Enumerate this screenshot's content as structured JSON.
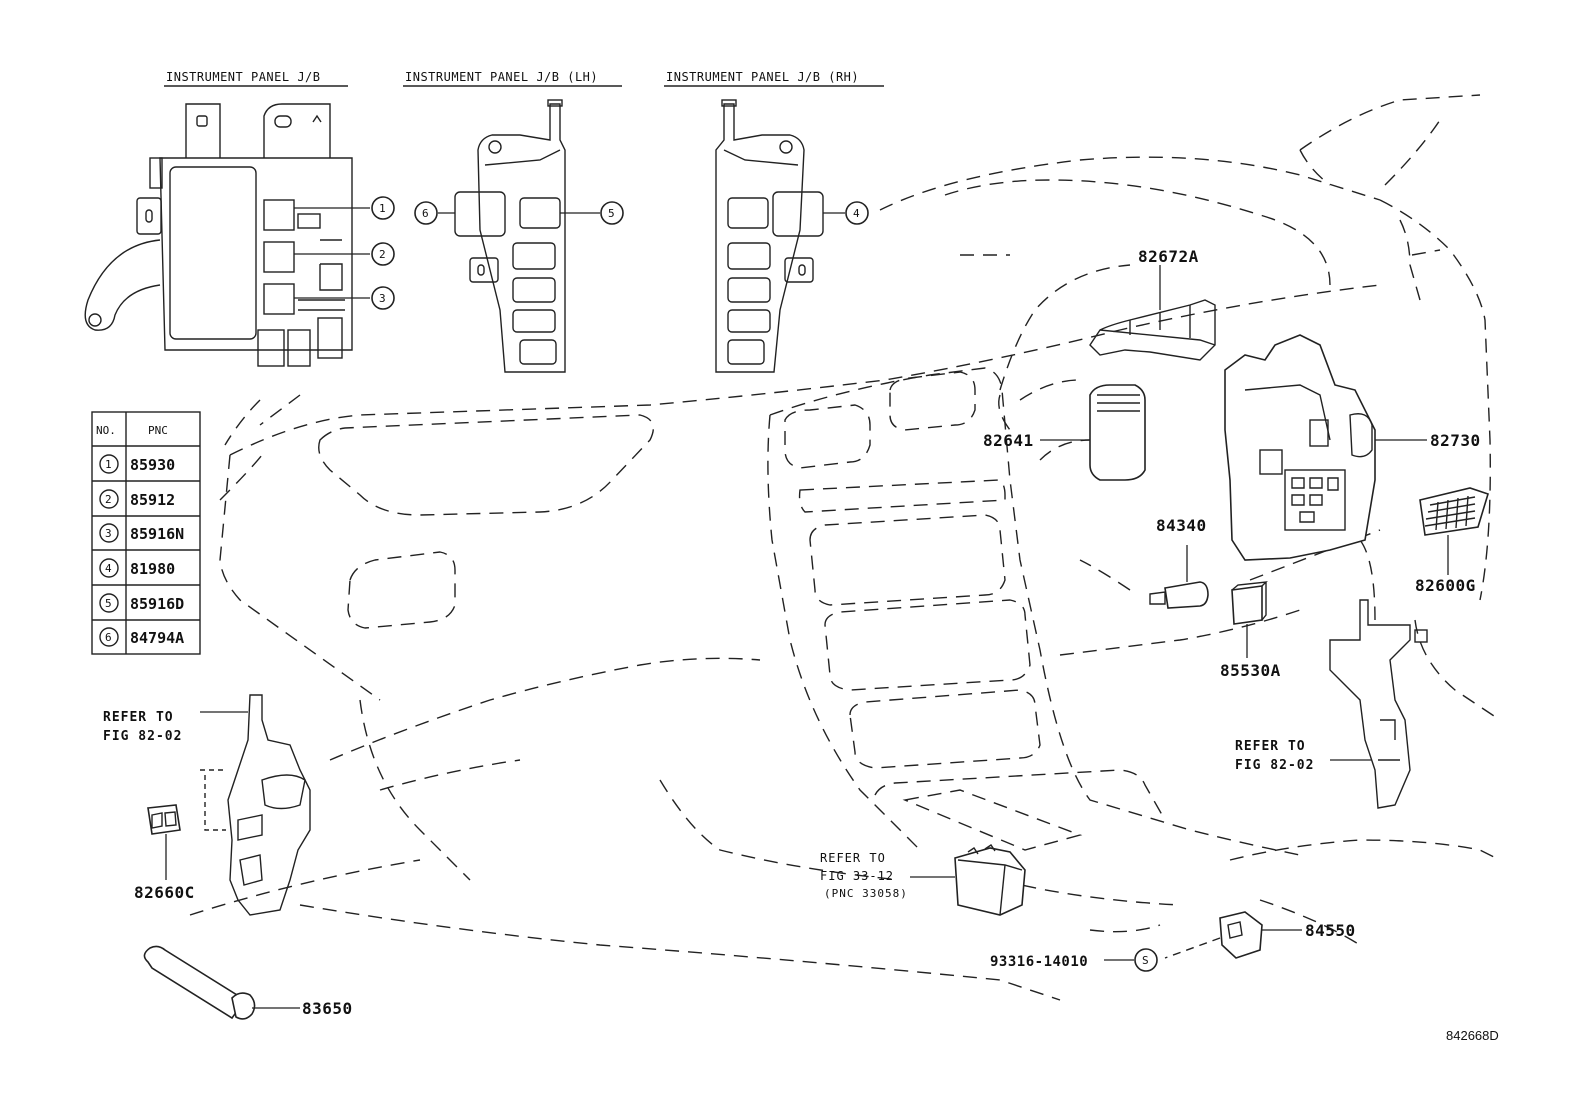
{
  "headers": {
    "jb": "INSTRUMENT PANEL J/B",
    "jb_lh": "INSTRUMENT PANEL J/B (LH)",
    "jb_rh": "INSTRUMENT PANEL J/B (RH)"
  },
  "callout_numbers": [
    "1",
    "2",
    "3",
    "4",
    "5",
    "6"
  ],
  "table": {
    "col_no": "NO.",
    "col_pnc": "PNC",
    "rows": [
      {
        "no": "1",
        "pnc": "85930"
      },
      {
        "no": "2",
        "pnc": "85912"
      },
      {
        "no": "3",
        "pnc": "85916N"
      },
      {
        "no": "4",
        "pnc": "81980"
      },
      {
        "no": "5",
        "pnc": "85916D"
      },
      {
        "no": "6",
        "pnc": "84794A"
      }
    ]
  },
  "parts": {
    "p82672A": "82672A",
    "p82641": "82641",
    "p82730": "82730",
    "p84340": "84340",
    "p82600G": "82600G",
    "p85530A": "85530A",
    "p82660C": "82660C",
    "p83650": "83650",
    "p84550": "84550",
    "p93316": "93316-14010",
    "s_mark": "S"
  },
  "refs": {
    "left_1": "REFER TO",
    "left_2": "FIG 82-02",
    "right_1": "REFER TO",
    "right_2": "FIG 82-02",
    "mid_1": "REFER TO",
    "mid_2": "FIG 33-12",
    "mid_3": "(PNC 33058)"
  },
  "figure_code": "842668D"
}
